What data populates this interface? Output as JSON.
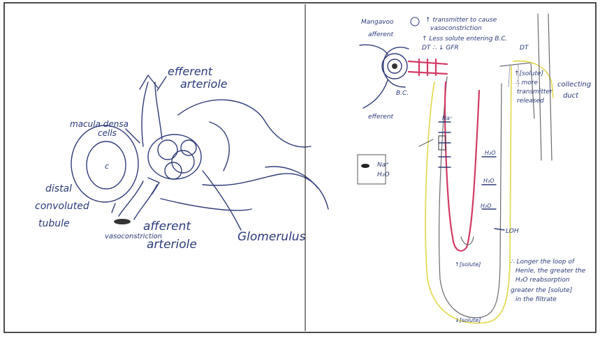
{
  "left": {
    "labels": {
      "efferent_1": "efferent",
      "efferent_2": "arteriole",
      "macula_1": "macula densa",
      "macula_2": "cells",
      "distal_1": "distal",
      "distal_2": "convoluted",
      "distal_3": "tubule",
      "afferent_1": "afferent",
      "afferent_2": "arteriole",
      "vaso": "vasoconstriction",
      "glomerulus": "Glomerulus"
    }
  },
  "right": {
    "labels": {
      "title": "Mangavoo",
      "afferent": "afferent",
      "efferent": "efferent",
      "bc": "B.C.",
      "note_1": "↑ transmitter to cause",
      "note_2": "vasoconstriction",
      "note_3": "↑ Less solute entering B.C.",
      "note_4": "DT ∴ ↓ GFR",
      "dt": "DT",
      "solute_1": "↑[solute]",
      "solute_2": "∴ more",
      "solute_3": "transmitter",
      "solute_4": "released",
      "collecting_1": "collecting",
      "collecting_2": "duct",
      "na": "Na⁺",
      "h2o_a": "H₂O",
      "h2o_b": "H₂O",
      "h2o_c": "H₂O",
      "box_na": "Na⁺",
      "box_h2o": "H₂O",
      "loh": "LOH",
      "solute_bottom_inner": "↑[solute]",
      "solute_bottom_outer": "↓[solute]",
      "concl_1": "∴ Longer the loop of",
      "concl_2": "Henle, the greater the",
      "concl_3": "H₂O reabsorption",
      "concl_4": "greater the [solute]",
      "concl_5": "in the filtrate"
    }
  }
}
